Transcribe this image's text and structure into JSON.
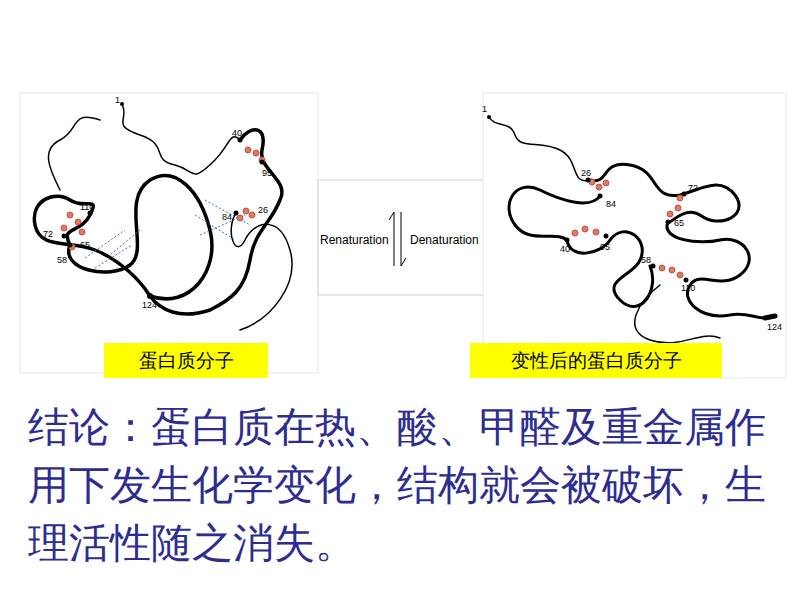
{
  "diagram": {
    "caption": "结论：蛋白质在热、酸、甲醛及重金属作用下发生化学变化，结构就会被破坏，生理活性随之消失。",
    "nodes": [
      {
        "text": [
          "蛋白质分子"
        ]
      },
      {
        "text": [
          "变性后的蛋白质分子"
        ]
      }
    ],
    "labels": [
      "1",
      "40",
      "95",
      "110",
      "72",
      "65",
      "58",
      "84",
      "26",
      "124",
      "Renaturation",
      "Denaturation",
      "1",
      "26",
      "84",
      "72",
      "65",
      "40",
      "95",
      "58",
      "110",
      "124"
    ]
  }
}
